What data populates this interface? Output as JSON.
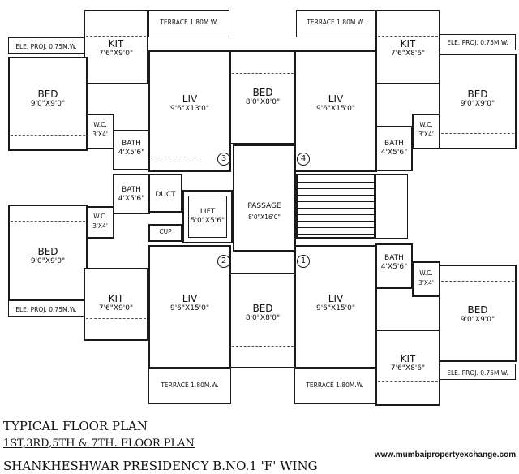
{
  "units": {
    "u3": {
      "kit": {
        "name": "KIT",
        "size": "7'6\"X9'0\""
      },
      "liv": {
        "name": "LIV",
        "size": "9'6\"X13'0\""
      },
      "bed": {
        "name": "BED",
        "size": "9'0\"X9'0\""
      },
      "wc": {
        "name": "W.C.",
        "size": "3'X4'"
      },
      "bath": {
        "name": "BATH",
        "size": "4'X5'6\""
      },
      "terrace": "TERRACE 1.80M.W.",
      "ele": "ELE. PROJ. 0.75M.W.",
      "num": "3"
    },
    "u4": {
      "kit": {
        "name": "KIT",
        "size": "7'6\"X8'6\""
      },
      "liv": {
        "name": "LIV",
        "size": "9'6\"X15'0\""
      },
      "bed_inner": {
        "name": "BED",
        "size": "8'0\"X8'0\""
      },
      "bed": {
        "name": "BED",
        "size": "9'0\"X9'0\""
      },
      "wc": {
        "name": "W.C.",
        "size": "3'X4'"
      },
      "bath": {
        "name": "BATH",
        "size": "4'X5'6\""
      },
      "terrace": "TERRACE 1.80M.W.",
      "ele": "ELE. PROJ. 0.75M.W.",
      "num": "4"
    },
    "u2": {
      "kit": {
        "name": "KIT",
        "size": "7'6\"X9'0\""
      },
      "liv": {
        "name": "LIV",
        "size": "9'6\"X15'0\""
      },
      "bed_inner": {
        "name": "BED",
        "size": "8'0\"X8'0\""
      },
      "bed": {
        "name": "BED",
        "size": "9'0\"X9'0\""
      },
      "wc": {
        "name": "W.C.",
        "size": "3'X4'"
      },
      "bath": {
        "name": "BATH",
        "size": "4'X5'6\""
      },
      "terrace": "TERRACE 1.80M.W.",
      "ele": "ELE. PROJ. 0.75M.W.",
      "num": "2"
    },
    "u1": {
      "kit": {
        "name": "KIT",
        "size": "7'6\"X8'6\""
      },
      "liv": {
        "name": "LIV",
        "size": "9'6\"X15'0\""
      },
      "bed": {
        "name": "BED",
        "size": "9'0\"X9'0\""
      },
      "wc": {
        "name": "W.C.",
        "size": "3'X4'"
      },
      "bath": {
        "name": "BATH",
        "size": "4'X5'6\""
      },
      "terrace": "TERRACE 1.80M.W.",
      "ele": "ELE. PROJ. 0.75M.W.",
      "num": "1"
    }
  },
  "core": {
    "duct": "DUCT",
    "lift": {
      "name": "LIFT",
      "size": "5'0\"X5'6\""
    },
    "cup": "CUP",
    "passage": {
      "name": "PASSAGE",
      "size": "8'0\"X16'0\""
    }
  },
  "titles": {
    "plan": "TYPICAL FLOOR PLAN",
    "floors": "1ST,3RD,5TH & 7TH.  FLOOR PLAN",
    "building": "SHANKHESHWAR PRESIDENCY B.NO.1 'F' WING"
  },
  "watermark": "www.mumbaipropertyexchange.com"
}
